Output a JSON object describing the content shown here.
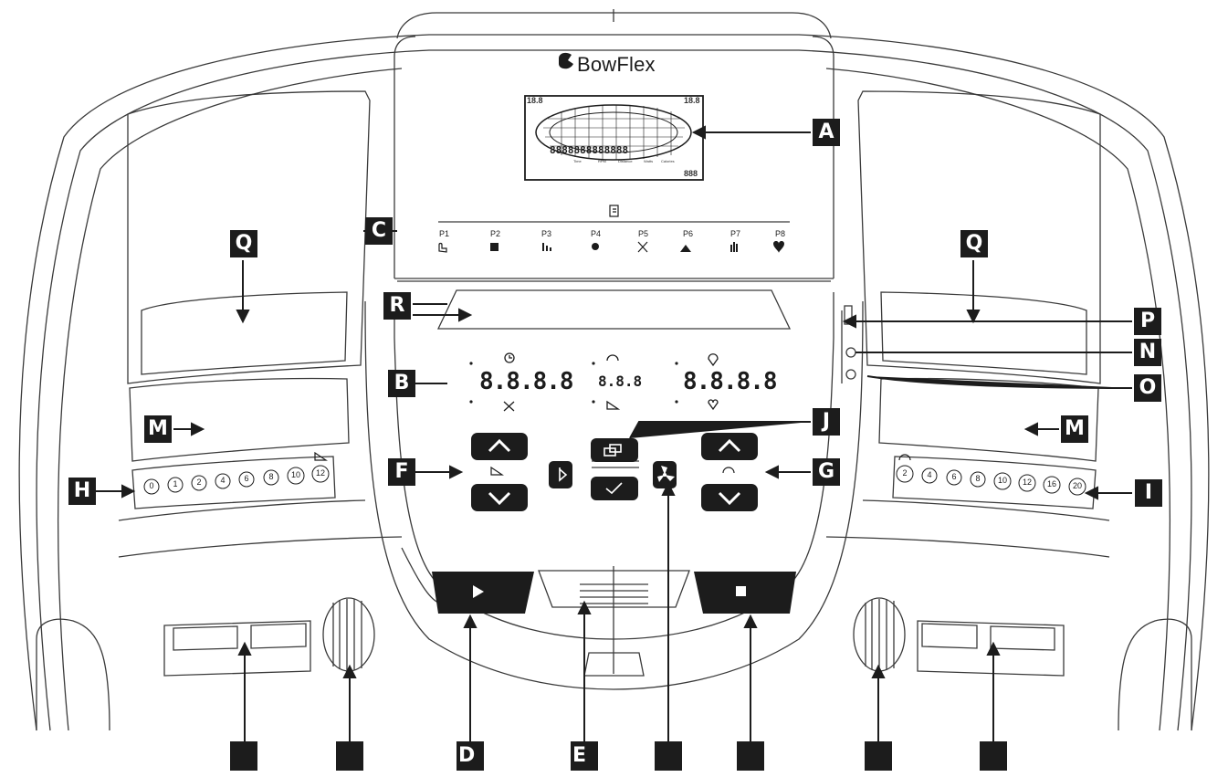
{
  "brand": "BowFlex",
  "callouts": [
    "A",
    "B",
    "C",
    "F",
    "G",
    "H",
    "I",
    "J",
    "M",
    "N",
    "O",
    "P",
    "Q",
    "R"
  ],
  "bottom_callouts": [
    "D",
    "E"
  ],
  "programs": [
    "P1",
    "P2",
    "P3",
    "P4",
    "P5",
    "P6",
    "P7",
    "P8"
  ],
  "displays": {
    "left": "8.8.8.8",
    "center": "8.8.8",
    "right": "8.8.8.8"
  },
  "lcd": {
    "corner": "18.8",
    "bottom_right": "888",
    "row": "8888888888888",
    "labels": [
      "Time",
      "RPM",
      "Distance",
      "Watts",
      "Calories"
    ]
  },
  "incline_keys": [
    "0",
    "1",
    "2",
    "4",
    "6",
    "8",
    "10",
    "12"
  ],
  "speed_keys": [
    "2",
    "4",
    "6",
    "8",
    "10",
    "12",
    "16",
    "20"
  ]
}
